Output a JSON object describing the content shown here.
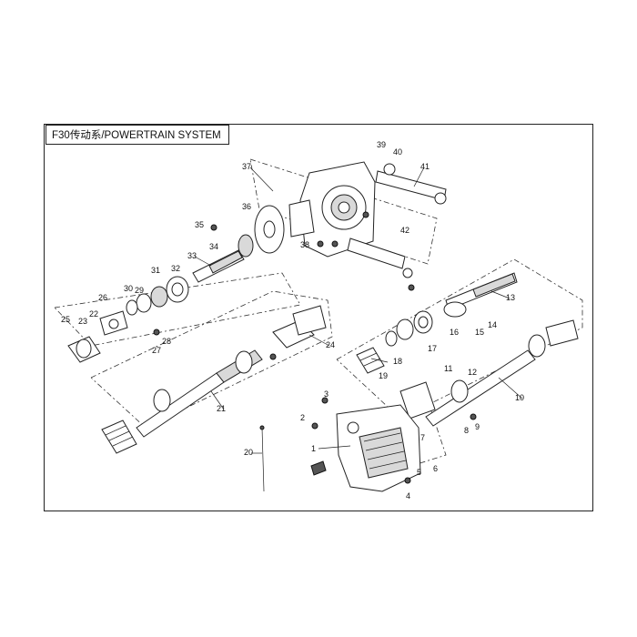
{
  "title": "F30传动系/POWERTRAIN SYSTEM",
  "callouts": [
    "1",
    "2",
    "3",
    "4",
    "5",
    "6",
    "7",
    "8",
    "9",
    "10",
    "11",
    "12",
    "13",
    "14",
    "15",
    "16",
    "17",
    "18",
    "19",
    "20",
    "21",
    "22",
    "23",
    "24",
    "25",
    "26",
    "27",
    "28",
    "29",
    "30",
    "31",
    "32",
    "33",
    "34",
    "35",
    "36",
    "37",
    "38",
    "39",
    "40",
    "41",
    "42"
  ]
}
